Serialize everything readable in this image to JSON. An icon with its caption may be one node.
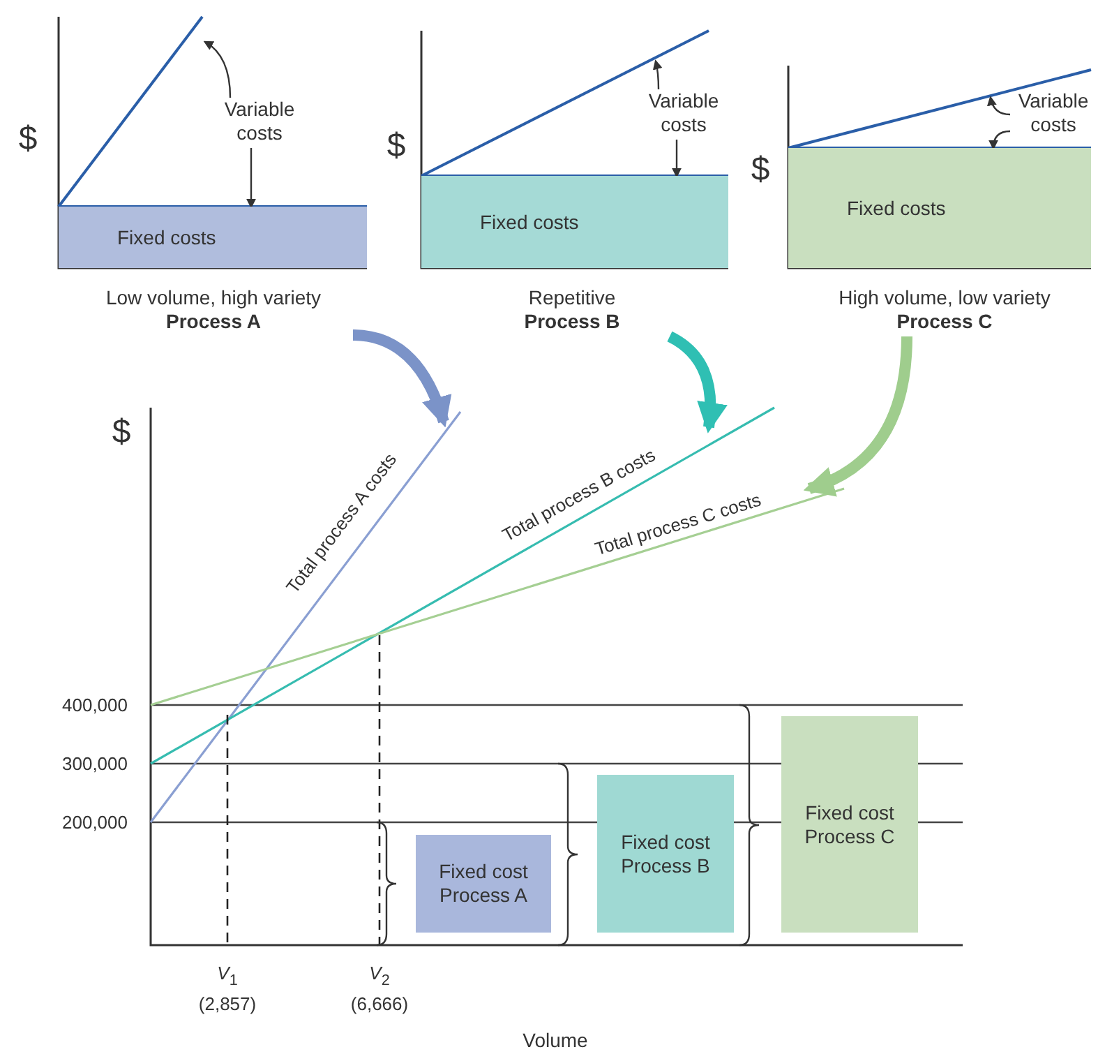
{
  "diagram": {
    "nodes": [
      {
        "text": [
          "Fixed costs"
        ]
      },
      {
        "text": [
          "Variable costs"
        ]
      },
      {
        "text": [
          "Fixed costs"
        ]
      },
      {
        "text": [
          "Variable costs"
        ]
      },
      {
        "text": [
          "Fixed costs"
        ]
      },
      {
        "text": [
          "Variable costs"
        ]
      },
      {
        "text": [
          "Low volume, high variety",
          "Process A"
        ]
      },
      {
        "text": [
          "Repetitive",
          "Process B"
        ]
      },
      {
        "text": [
          "High volume, low variety",
          "Process C"
        ]
      },
      {
        "text": [
          "Total process A costs"
        ]
      },
      {
        "text": [
          "Total process B costs"
        ]
      },
      {
        "text": [
          "Total process C costs"
        ]
      },
      {
        "text": [
          "Fixed cost Process A"
        ]
      },
      {
        "text": [
          "Fixed cost Process B"
        ]
      },
      {
        "text": [
          "Fixed cost Process C"
        ]
      }
    ],
    "edges": [
      {
        "from": 1,
        "to": null,
        "arrow": "to"
      },
      {
        "from": 1,
        "to": 0,
        "arrow": "to"
      },
      {
        "from": 3,
        "to": null,
        "arrow": "to"
      },
      {
        "from": 3,
        "to": 2,
        "arrow": "to"
      },
      {
        "from": 5,
        "to": null,
        "arrow": "to"
      },
      {
        "from": 5,
        "to": 4,
        "arrow": "to"
      },
      {
        "from": 6,
        "to": 9,
        "arrow": "to",
        "style": "thick",
        "color": "#7b93c8"
      },
      {
        "from": 7,
        "to": 10,
        "arrow": "to",
        "style": "thick",
        "color": "#2fbfb3"
      },
      {
        "from": 8,
        "to": 11,
        "arrow": "to",
        "style": "thick",
        "color": "#9fcd8d"
      }
    ],
    "labels": [
      "$",
      "$",
      "$",
      "$",
      "400,000",
      "300,000",
      "200,000",
      "*V*$_{1}$",
      "(2,857)",
      "*V*$_{2}$",
      "(6,666)",
      "Volume"
    ]
  }
}
